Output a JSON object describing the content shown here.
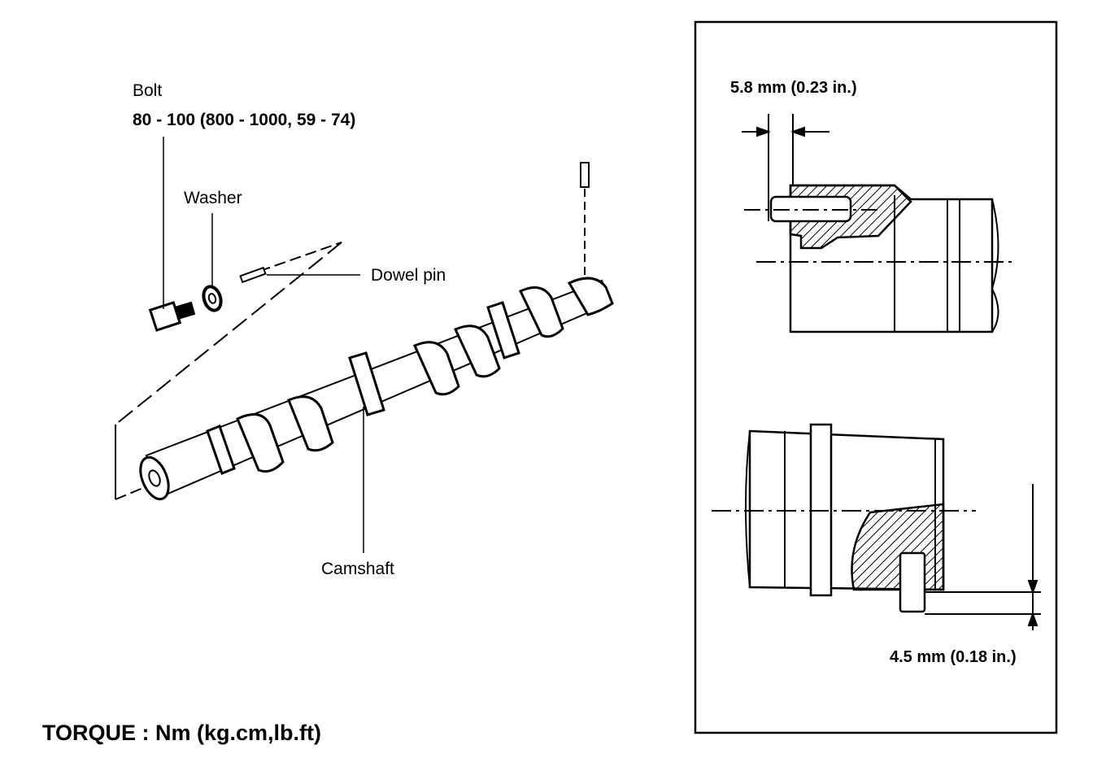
{
  "labels": {
    "bolt": "Bolt",
    "bolt_torque": "80 - 100 (800 - 1000, 59 - 74)",
    "washer": "Washer",
    "dowel_pin": "Dowel pin",
    "camshaft": "Camshaft",
    "torque_units": "TORQUE : Nm (kg.cm,lb.ft)"
  },
  "detail_panel": {
    "top_dimension": "5.8 mm (0.23 in.)",
    "bottom_dimension": "4.5 mm (0.18 in.)"
  }
}
